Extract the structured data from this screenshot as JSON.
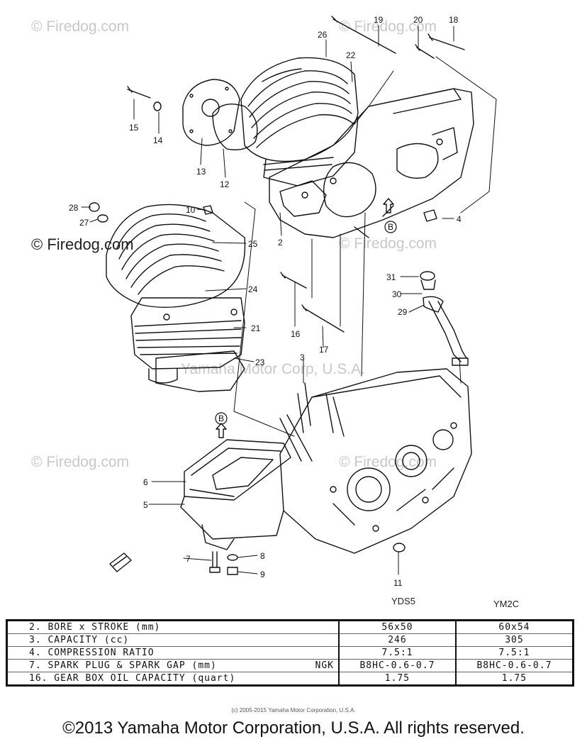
{
  "watermark": "© Firedog.com",
  "watermark_center": "Yamaha Motor Corp, U.S.A.",
  "callouts": [
    "2",
    "3",
    "4",
    "5",
    "6",
    "7",
    "8",
    "9",
    "10",
    "11",
    "12",
    "13",
    "14",
    "15",
    "16",
    "17",
    "18",
    "19",
    "20",
    "21",
    "22",
    "23",
    "24",
    "25",
    "26",
    "27",
    "28",
    "29",
    "30",
    "31"
  ],
  "ref_marks": [
    "B",
    "B"
  ],
  "models": {
    "left": "YDS5",
    "right": "YM2C"
  },
  "spec_table": {
    "rows": [
      {
        "label": "2. BORE x STROKE (mm)",
        "ngk": "",
        "v1": "56x50",
        "v2": "60x54"
      },
      {
        "label": "3. CAPACITY (cc)",
        "ngk": "",
        "v1": "246",
        "v2": "305"
      },
      {
        "label": "4. COMPRESSION RATIO",
        "ngk": "",
        "v1": "7.5:1",
        "v2": "7.5:1"
      },
      {
        "label": "7. SPARK PLUG & SPARK GAP (mm)",
        "ngk": "NGK",
        "v1": "B8HC-0.6-0.7",
        "v2": "B8HC-0.6-0.7"
      },
      {
        "label": "16. GEAR BOX OIL CAPACITY (quart)",
        "ngk": "",
        "v1": "1.75",
        "v2": "1.75"
      }
    ]
  },
  "copyright_small": "(c) 2005-2015 Yamaha Motor Corporation, U.S.A.",
  "copyright_big": "©2013 Yamaha Motor Corporation, U.S.A. All rights reserved."
}
